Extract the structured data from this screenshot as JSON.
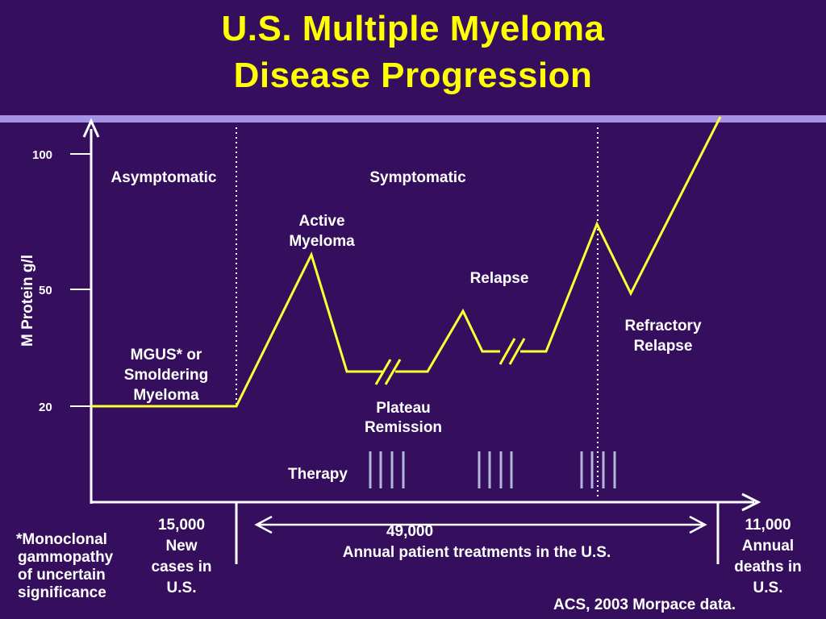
{
  "title": {
    "line1": "U.S. Multiple Myeloma",
    "line2": "Disease Progression"
  },
  "axis": {
    "ylabel": "M Protein g/l",
    "ticks": [
      "100",
      "50",
      "20"
    ]
  },
  "phases": {
    "asymptomatic": "Asymptomatic",
    "symptomatic": "Symptomatic"
  },
  "stages": {
    "active_myeloma": [
      "Active",
      "Myeloma"
    ],
    "relapse": "Relapse",
    "refractory_relapse": [
      "Refractory",
      "Relapse"
    ],
    "mgus": [
      "MGUS* or",
      "Smoldering",
      "Myeloma"
    ],
    "plateau": [
      "Plateau",
      "Remission"
    ],
    "therapy": "Therapy"
  },
  "footnote": [
    "*Monoclonal",
    "gammopathy",
    "of uncertain",
    "significance"
  ],
  "stats": {
    "new_cases": [
      "15,000",
      "New",
      "cases in",
      "U.S."
    ],
    "treatments": [
      "49,000",
      "Annual patient treatments in the U.S."
    ],
    "deaths": [
      "11,000",
      "Annual",
      "deaths in",
      "U.S."
    ]
  },
  "source": "ACS, 2003 Morpace data.",
  "colors": {
    "background": "#350f5e",
    "title": "#ffff00",
    "curve": "#ffff33",
    "band": "#a593e6",
    "therapy_marks": "#b4b4dc",
    "text": "#ffffff"
  }
}
